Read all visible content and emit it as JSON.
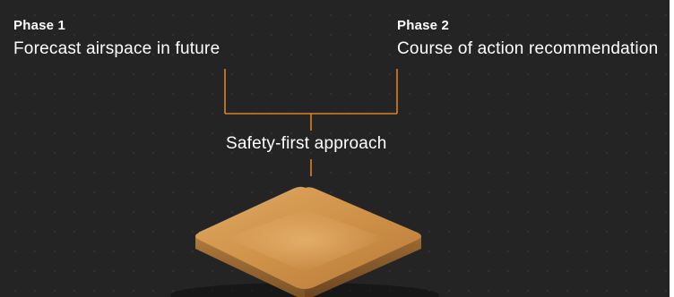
{
  "phases": [
    {
      "heading": "Phase 1",
      "description": "Forecast airspace in future"
    },
    {
      "heading": "Phase 2",
      "description": "Course of action recommendation"
    }
  ],
  "approach": {
    "label": "Safety-first approach"
  },
  "colors": {
    "background": "#242424",
    "text": "#ffffff",
    "connector": "#d9822b",
    "platform_top": "#d39a55",
    "platform_side": "#9a6a35"
  }
}
